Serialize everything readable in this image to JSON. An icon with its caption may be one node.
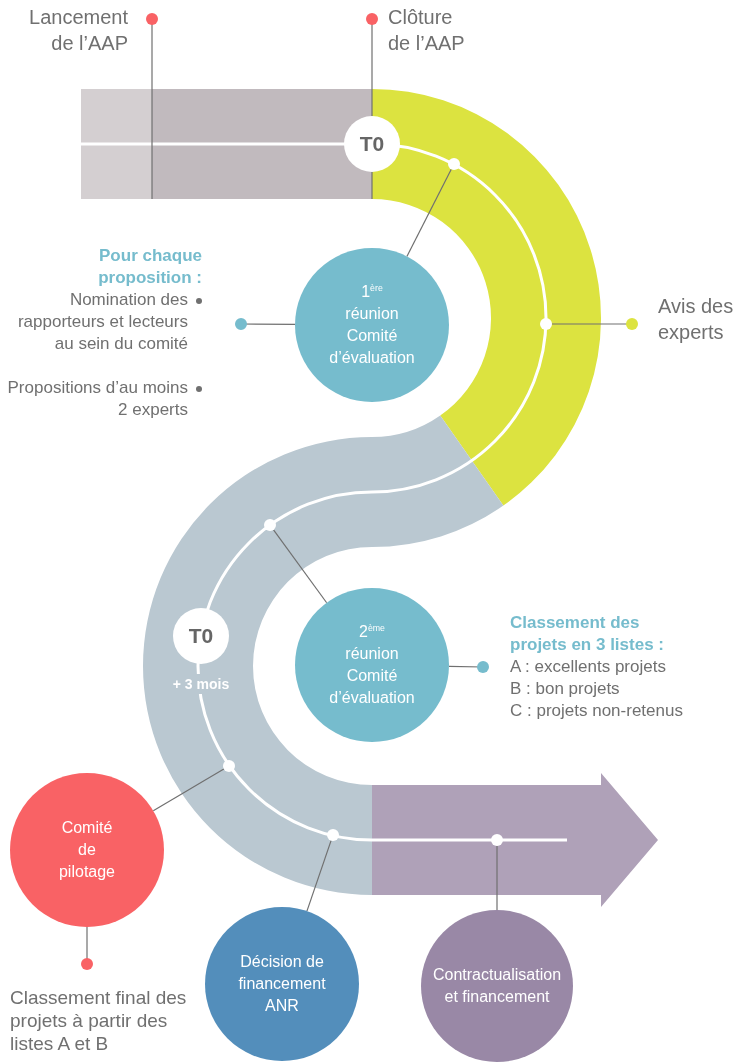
{
  "diagram": {
    "nodes": [
      {
        "text": [
          "Lancement de l’AAP"
        ]
      },
      {
        "text": [
          "Clôture de l’AAP"
        ]
      },
      {
        "text": [
          "T0"
        ]
      },
      {
        "text": [],
        "shape": "circle"
      },
      {
        "text": [
          "Pour chaque proposition :",
          "Nomination des rapporteurs et lecteurs au sein du comité",
          "Propositions d’au moins 2 experts"
        ]
      },
      {
        "text": [
          "1$^{ère}$",
          "réunion Comité d’évaluation"
        ]
      },
      {
        "text": [],
        "shape": "circle"
      },
      {
        "text": [
          "Avis des experts"
        ]
      },
      {
        "text": [],
        "shape": "circle"
      },
      {
        "text": [
          "T0"
        ],
        "beside": [
          "+ 3 mois"
        ]
      },
      {
        "text": [
          "2$^{ème}$",
          "réunion Comité d’évaluation"
        ]
      },
      {
        "text": [
          "Classement des projets en 3 listes :",
          "A : excellents projets",
          "B : bon projets",
          "C : projets non-retenus"
        ]
      },
      {
        "text": [],
        "shape": "circle"
      },
      {
        "text": [
          "Comité de pilotage"
        ]
      },
      {
        "text": [],
        "shape": "circle"
      },
      {
        "text": [],
        "shape": "circle"
      },
      {
        "text": [
          "Décision de financement ANR"
        ]
      },
      {
        "text": [
          "Contractualisation et financement"
        ]
      },
      {
        "text": [
          "Classement final des projets à partir des listes A et B"
        ]
      }
    ],
    "edges": [
      {
        "from": 0,
        "to": null,
        "arrow": "other"
      },
      {
        "from": 1,
        "to": null,
        "arrow": "other"
      },
      {
        "from": 5,
        "to": 3,
        "arrow": "none"
      },
      {
        "from": 4,
        "to": 5,
        "arrow": "other"
      },
      {
        "from": 7,
        "to": 6,
        "arrow": "other"
      },
      {
        "from": 10,
        "to": 8,
        "arrow": "none"
      },
      {
        "from": 11,
        "to": 10,
        "arrow": "other"
      },
      {
        "from": 13,
        "to": 12,
        "arrow": "none"
      },
      {
        "from": 18,
        "to": 13,
        "arrow": "other"
      },
      {
        "from": 16,
        "to": 14,
        "arrow": "none"
      },
      {
        "from": 17,
        "to": 15,
        "arrow": "none"
      }
    ]
  }
}
